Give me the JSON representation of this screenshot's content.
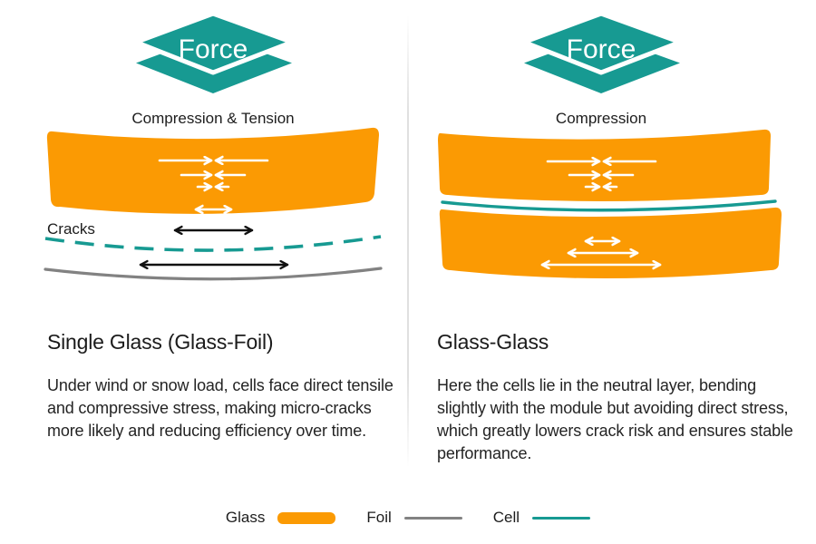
{
  "colors": {
    "teal": "#179A92",
    "orange": "#FB9A03",
    "foil_gray": "#828282",
    "ink": "#1C1C1C"
  },
  "left_panel": {
    "force_label": "Force",
    "stress_label": "Compression & Tension",
    "cracks_label": "Cracks",
    "title": "Single Glass (Glass-Foil)",
    "description": "Under wind or snow load, cells face direct tensile and compressive stress, making micro-cracks more likely and reducing efficiency over time."
  },
  "right_panel": {
    "force_label": "Force",
    "stress_label": "Compression",
    "title": "Glass-Glass",
    "description": "Here the cells lie in the neutral layer, bending slightly with the module but avoiding direct stress, which greatly lowers crack risk and ensures stable performance."
  },
  "legend": {
    "glass_label": "Glass",
    "foil_label": "Foil",
    "cell_label": "Cell"
  }
}
